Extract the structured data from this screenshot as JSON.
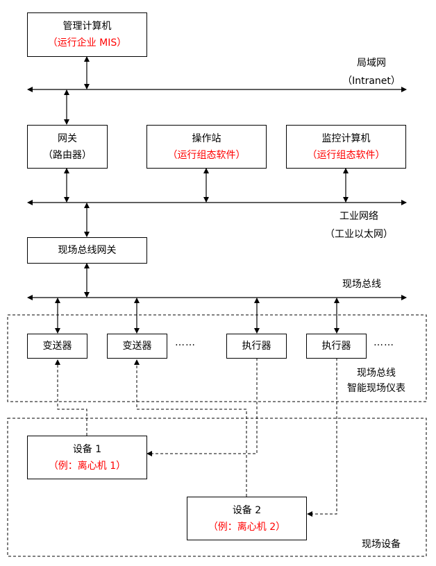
{
  "colors": {
    "line": "#000000",
    "accent": "#ff0000"
  },
  "mgmt": {
    "title": "管理计算机",
    "sub": "（运行企业 MIS）"
  },
  "lan": {
    "label1": "局域网",
    "label2": "（Intranet）"
  },
  "gateway": {
    "title": "网关",
    "sub": "（路由器）"
  },
  "opstation": {
    "title": "操作站",
    "sub": "（运行组态软件）"
  },
  "monitor": {
    "title": "监控计算机",
    "sub": "（运行组态软件）"
  },
  "industrial_net": {
    "label1": "工业网络",
    "label2": "（工业以太网）"
  },
  "fb_gateway": {
    "title": "现场总线网关"
  },
  "fieldbus": {
    "label": "现场总线"
  },
  "instruments": {
    "transmitter1": "变送器",
    "transmitter2": "变送器",
    "ellipsis1": "……",
    "actuator1": "执行器",
    "actuator2": "执行器",
    "ellipsis2": "……",
    "region_label1": "现场总线",
    "region_label2": "智能现场仪表"
  },
  "device1": {
    "title": "设备 1",
    "sub": "（例：离心机 1）"
  },
  "device2": {
    "title": "设备 2",
    "sub": "（例：离心机 2）"
  },
  "field_equipment": {
    "label": "现场设备"
  }
}
